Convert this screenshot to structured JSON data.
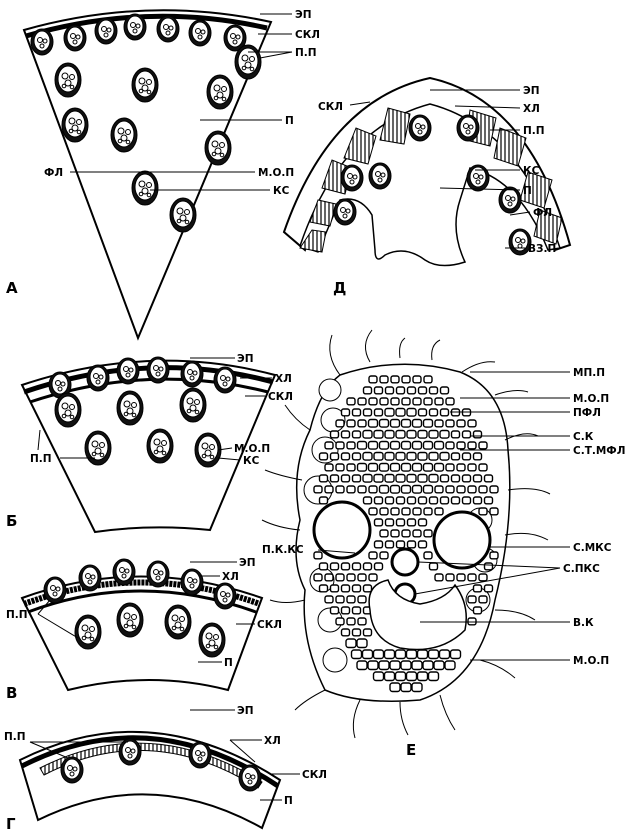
{
  "panels": {
    "A": {
      "letter": "А",
      "labels": {
        "ep": "ЭП",
        "skl": "СКЛ",
        "pp": "П.П",
        "p": "П",
        "fl": "ФЛ",
        "mop": "М.О.П",
        "ks": "КС"
      }
    },
    "B": {
      "letter": "Б",
      "labels": {
        "ep": "ЭП",
        "hl": "ХЛ",
        "skl": "СКЛ",
        "pp": "П.П",
        "mop": "М.О.П",
        "ks": "КС"
      }
    },
    "V": {
      "letter": "В",
      "labels": {
        "ep": "ЭП",
        "hl": "ХЛ",
        "pp": "П.П",
        "skl": "СКЛ",
        "p": "П"
      }
    },
    "G": {
      "letter": "Г",
      "labels": {
        "ep": "ЭП",
        "pp": "П.П",
        "hl": "ХЛ",
        "skl": "СКЛ",
        "p": "П"
      }
    },
    "D": {
      "letter": "Д",
      "labels": {
        "ep": "ЭП",
        "skl": "СКЛ",
        "hl": "ХЛ",
        "pp": "П.П",
        "ks": "КС",
        "p": "П",
        "fl": "ФЛ",
        "vzp": "ВЗ.П"
      }
    },
    "E": {
      "letter": "Е",
      "labels": {
        "mpp": "МП.П",
        "mop1": "М.О.П",
        "pfl": "ПФЛ",
        "sk": "С.К",
        "stmfl": "С.Т.МФЛ",
        "pkks": "П.К.КС",
        "smks": "С.МКС",
        "spks": "С.ПКС",
        "vk": "В.К",
        "mop2": "М.О.П"
      }
    }
  }
}
